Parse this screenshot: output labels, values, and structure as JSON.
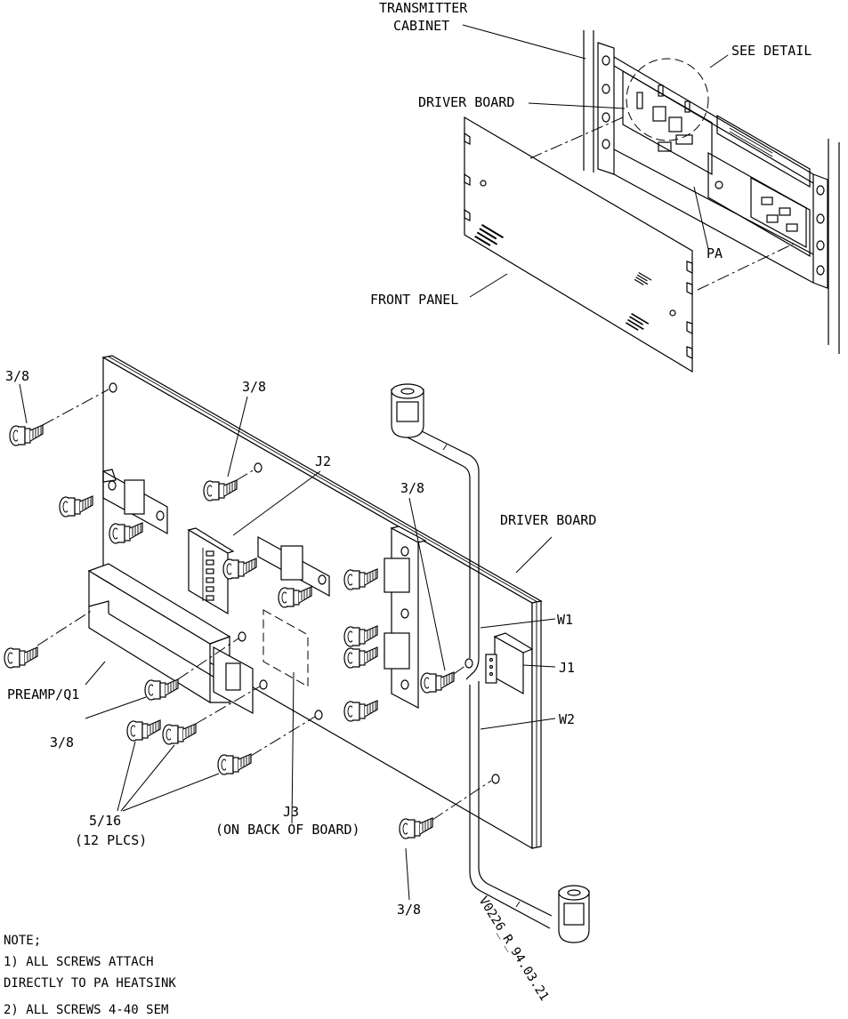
{
  "callouts": {
    "transmitter_cabinet_1": "TRANSMITTER",
    "transmitter_cabinet_2": "CABINET",
    "see_detail": "SEE DETAIL",
    "driver_board_top": "DRIVER BOARD",
    "pa": "PA",
    "front_panel": "FRONT PANEL",
    "screw_38_a": "3/8",
    "screw_38_b": "3/8",
    "screw_38_c": "3/8",
    "screw_38_d": "3/8",
    "screw_38_e": "3/8",
    "j2": "J2",
    "driver_board_detail": "DRIVER BOARD",
    "w1": "W1",
    "j1": "J1",
    "w2": "W2",
    "preamp": "PREAMP/Q1",
    "screw_516": "5/16",
    "plcs": "(12 PLCS)",
    "j3": "J3",
    "j3_note": "(ON BACK OF BOARD)",
    "drawing_id": "V0226_R_94.03.21"
  },
  "notes": {
    "heading": "NOTE;",
    "line1": "1)  ALL SCREWS ATTACH",
    "line2": "DIRECTLY TO PA HEATSINK",
    "line3": "2) ALL SCREWS 4-40 SEM"
  },
  "colors": {
    "ink": "#000000",
    "paper": "#ffffff"
  }
}
